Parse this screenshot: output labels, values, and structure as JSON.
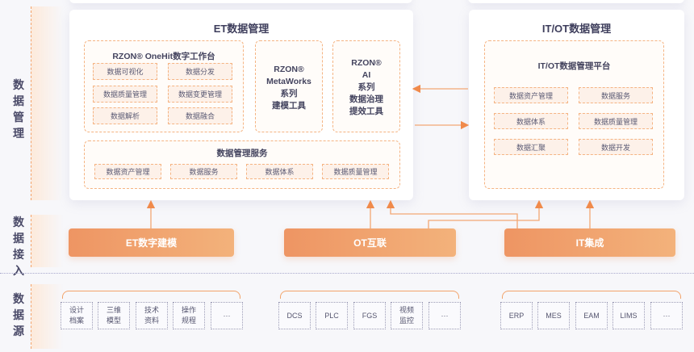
{
  "layers": {
    "management": "数据管理",
    "access": "数据接入",
    "source": "数据源"
  },
  "et_card": {
    "title": "ET数据管理",
    "onehit": {
      "title": "RZON® OneHit数字工作台",
      "items": [
        "数据可视化",
        "数据分发",
        "数据质量管理",
        "数据变更管理",
        "数据解析",
        "数据融合"
      ]
    },
    "metaworks": {
      "lines": [
        "RZON®",
        "MetaWorks",
        "系列",
        "建模工具"
      ]
    },
    "ai": {
      "lines": [
        "RZON®",
        "AI",
        "系列",
        "数据治理",
        "提效工具"
      ]
    },
    "service": {
      "title": "数据管理服务",
      "items": [
        "数据资产管理",
        "数据服务",
        "数据体系",
        "数据质量管理"
      ]
    }
  },
  "itot_card": {
    "title": "IT/OT数据管理",
    "platform": {
      "title": "IT/OT数据管理平台",
      "items": [
        "数据资产管理",
        "数据服务",
        "数据体系",
        "数据质量管理",
        "数据汇聚",
        "数据开发"
      ]
    }
  },
  "access_buttons": [
    "ET数字建模",
    "OT互联",
    "IT集成"
  ],
  "sources": {
    "et": [
      "设计\n档案",
      "三维\n模型",
      "技术\n资料",
      "操作\n规程",
      "···"
    ],
    "ot": [
      "DCS",
      "PLC",
      "FGS",
      "视频\n监控",
      "···"
    ],
    "it": [
      "ERP",
      "MES",
      "EAM",
      "LIMS",
      "···"
    ]
  },
  "colors": {
    "accent": "#f08a4b",
    "dashed": "#f5b483",
    "text": "#3e3e5c"
  }
}
